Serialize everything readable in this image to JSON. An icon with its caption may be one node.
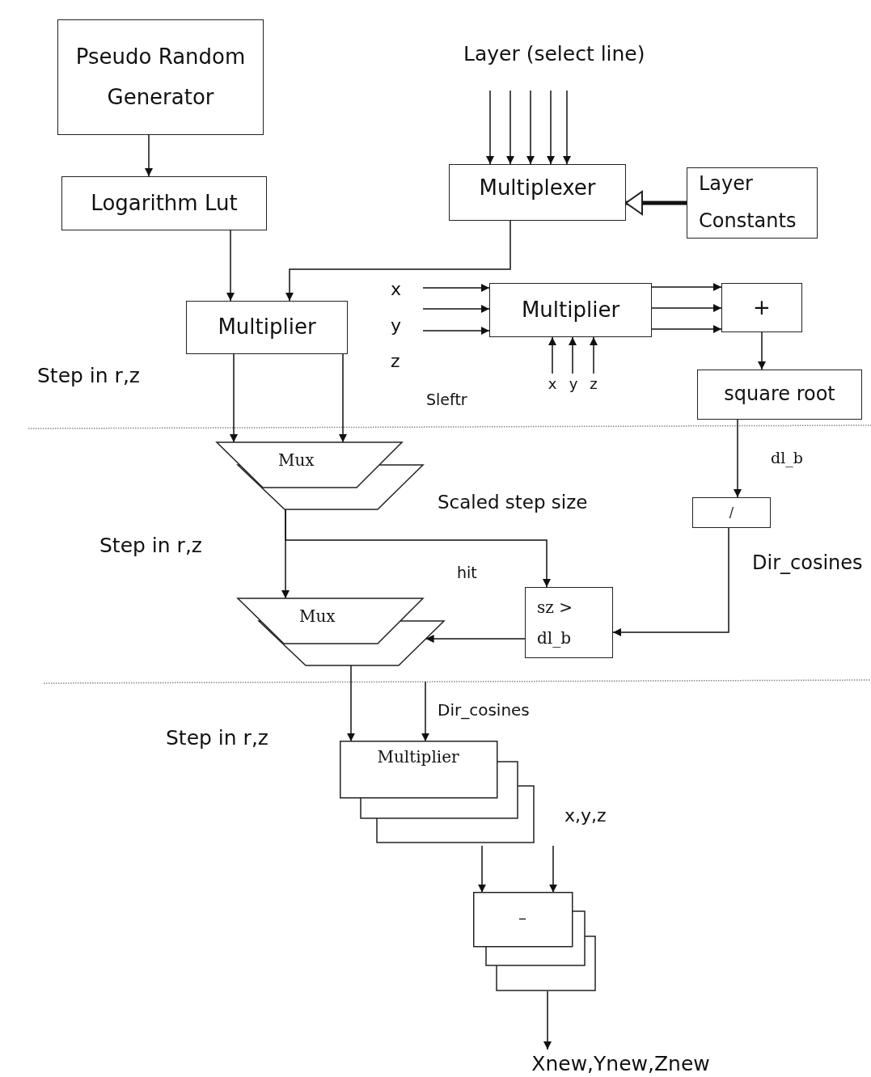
{
  "diagram": {
    "nodes": [
      {
        "text": [
          "Pseudo Random Generator"
        ]
      },
      {
        "text": [
          "Logarithm Lut"
        ]
      },
      {
        "text": [
          "Multiplexer"
        ]
      },
      {
        "text": [
          "Layer Constants"
        ]
      },
      {
        "text": [
          "Multiplier"
        ]
      },
      {
        "text": [
          "Multiplier"
        ]
      },
      {
        "text": [
          "+"
        ]
      },
      {
        "text": [
          "square root"
        ]
      },
      {
        "text": [
          "x"
        ]
      },
      {
        "text": [
          "y"
        ]
      },
      {
        "text": [
          "z"
        ]
      },
      {
        "text": [
          "Mux"
        ]
      },
      {
        "text": [
          "/"
        ]
      },
      {
        "text": [
          "sz > dl_b"
        ]
      },
      {
        "text": [
          "Mux"
        ]
      },
      {
        "text": [
          "Multiplier"
        ]
      },
      {
        "text": [
          "–"
        ]
      },
      {
        "text": [
          "Xnew,Ynew,Znew"
        ]
      }
    ],
    "edges": [
      {
        "from": 0,
        "to": 1,
        "arrow": "to"
      },
      {
        "from": 1,
        "to": 4,
        "arrow": "to"
      },
      {
        "from": 2,
        "to": 4,
        "arrow": "to"
      },
      {
        "from": 3,
        "to": 2,
        "arrow": "to",
        "style": "thick"
      },
      {
        "from": null,
        "to": 2,
        "arrow": "to"
      },
      {
        "from": null,
        "to": 2,
        "arrow": "to"
      },
      {
        "from": null,
        "to": 2,
        "arrow": "to"
      },
      {
        "from": null,
        "to": 2,
        "arrow": "to"
      },
      {
        "from": null,
        "to": 2,
        "arrow": "to"
      },
      {
        "from": null,
        "to": 5,
        "arrow": "to"
      },
      {
        "from": null,
        "to": 5,
        "arrow": "to"
      },
      {
        "from": null,
        "to": 5,
        "arrow": "to"
      },
      {
        "from": 5,
        "to": 6,
        "arrow": "to"
      },
      {
        "from": 5,
        "to": 6,
        "arrow": "to"
      },
      {
        "from": 5,
        "to": 6,
        "arrow": "to"
      },
      {
        "from": 8,
        "to": 5,
        "arrow": "to"
      },
      {
        "from": 9,
        "to": 5,
        "arrow": "to"
      },
      {
        "from": 10,
        "to": 5,
        "arrow": "to"
      },
      {
        "from": 6,
        "to": 7,
        "arrow": "to"
      },
      {
        "from": 4,
        "to": 11,
        "arrow": "to"
      },
      {
        "from": 4,
        "to": 11,
        "arrow": "to"
      },
      {
        "from": 7,
        "to": 12,
        "arrow": "to"
      },
      {
        "from": 11,
        "to": 14,
        "arrow": "to"
      },
      {
        "from": 11,
        "to": 13,
        "arrow": "to"
      },
      {
        "from": 12,
        "to": 13,
        "arrow": "to"
      },
      {
        "from": 13,
        "to": 14,
        "arrow": "to"
      },
      {
        "from": 14,
        "to": 15,
        "arrow": "to"
      },
      {
        "from": null,
        "to": 15,
        "arrow": "to"
      },
      {
        "from": 15,
        "to": 16,
        "arrow": "to"
      },
      {
        "from": null,
        "to": 16,
        "arrow": "to"
      },
      {
        "from": 16,
        "to": 17,
        "arrow": "to"
      }
    ],
    "labels": [
      "Layer (select line)",
      "x",
      "y",
      "z",
      "Step in r,z",
      "Sleftr",
      "dl_b",
      "Scaled step size",
      "Step in r,z",
      "Dir_cosines",
      "hit",
      "Dir_cosines",
      "Step in r,z",
      "x,y,z"
    ]
  }
}
